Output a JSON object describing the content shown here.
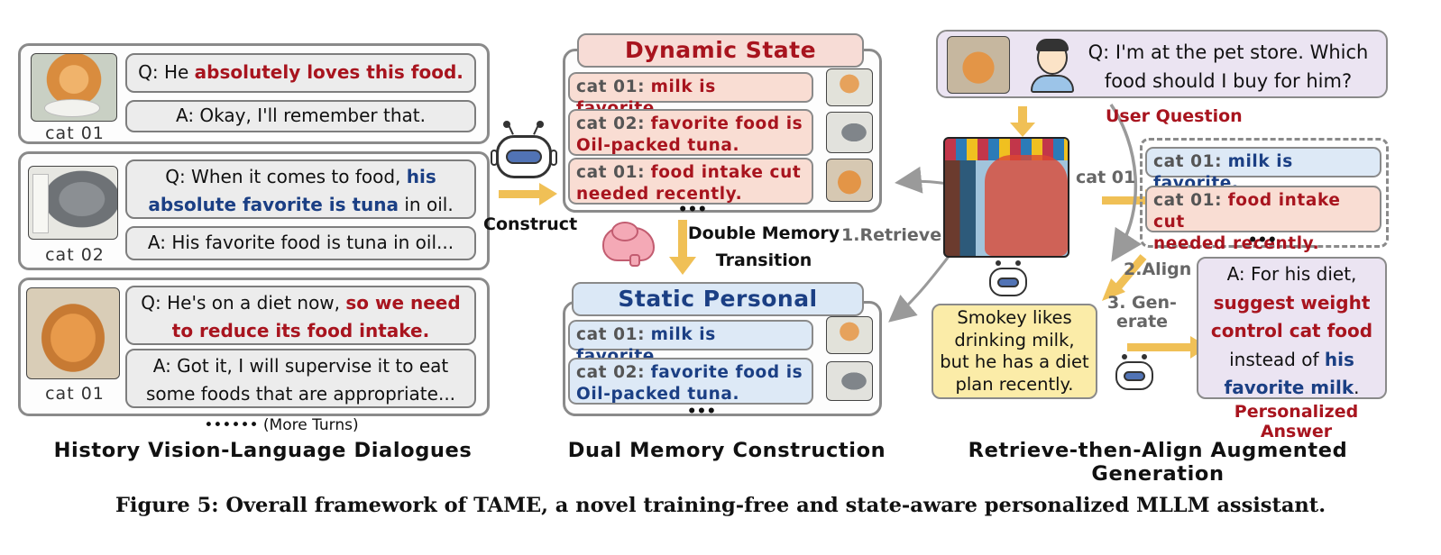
{
  "dialogues": [
    {
      "cat_label": "cat 01",
      "q_prefix": "Q: He ",
      "q_highlight": "absolutely loves this food.",
      "a_text": "A: Okay, I'll remember that."
    },
    {
      "cat_label": "cat 02",
      "q_prefix": "Q: When it comes to food, ",
      "q_highlight_line1": "his",
      "q_highlight_line2": "absolute favorite is tuna",
      "q_suffix": " in oil.",
      "a_text": "A: His favorite food is tuna in oil..."
    },
    {
      "cat_label": "cat 01",
      "q_prefix": "Q: He's on a diet now, ",
      "q_highlight_line1": "so we need",
      "q_highlight_line2": "to reduce its food intake.",
      "a_line1": "A: Got it, I will supervise it to eat",
      "a_line2": "some foods that are appropriate..."
    }
  ],
  "more_turns": "•••••• (More Turns)",
  "sections": {
    "left": "History Vision-Language Dialogues",
    "middle": "Dual Memory Construction",
    "right": "Retrieve-then-Align Augmented Generation"
  },
  "construct_label": "Construct",
  "transition_line1": "Double Memory",
  "transition_line2": "Transition",
  "dynamic_memory": {
    "title": "Dynamic State Memory",
    "items": [
      {
        "key": "cat 01:",
        "val": "milk is favorite."
      },
      {
        "key": "cat 02:",
        "val_line1": "favorite food is",
        "val_line2": "Oil-packed tuna."
      },
      {
        "key": "cat 01:",
        "val_line1": "food intake cut",
        "val_line2": "needed recently."
      }
    ]
  },
  "static_memory": {
    "title": "Static Personal Memory",
    "items": [
      {
        "key": "cat 01:",
        "val": "milk is favorite."
      },
      {
        "key": "cat 02:",
        "val_line1": "favorite food is",
        "val_line2": "Oil-packed tuna."
      }
    ]
  },
  "ellipsis": "•••",
  "user_question": {
    "line1": "Q: I'm at the pet store. Which",
    "line2": "food should I buy for him?",
    "label": "User Question"
  },
  "retrieve_label": "1.Retrieve",
  "cat01_label": "cat 01",
  "retrieved": [
    {
      "key": "cat 01:",
      "val": "milk is favorite."
    },
    {
      "key": "cat 01:",
      "val_line1": "food intake cut",
      "val_line2": "needed recently."
    }
  ],
  "align_label": "2.Align",
  "generate_label_line1": "3. Gen-",
  "generate_label_line2": "erate",
  "aligned_note": [
    "Smokey likes",
    "drinking milk,",
    "but he has a diet",
    "plan recently."
  ],
  "answer": {
    "line1": "A: For his diet,",
    "hl_line1": "suggest weight",
    "hl_line2": "control cat food",
    "line4": "instead of ",
    "hl_line3": "his",
    "hl_line4": "favorite milk",
    "end": ".",
    "label": "Personalized Answer"
  },
  "caption": "Figure 5: Overall framework of TAME, a novel training-free and state-aware personalized MLLM assistant.",
  "colors": {
    "red": "#a8141e",
    "blue": "#1b3f84",
    "arrow": "#f0c056",
    "grey_arrow": "#9a9a9a"
  }
}
